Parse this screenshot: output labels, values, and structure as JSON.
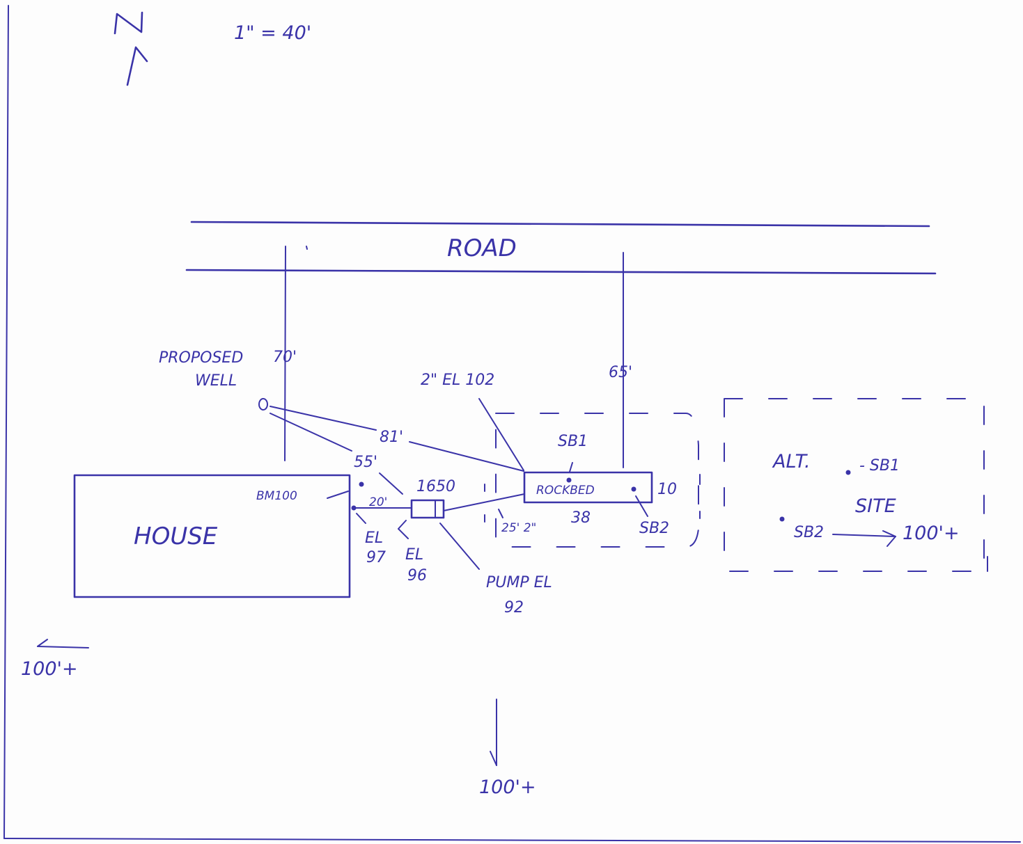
{
  "north": {
    "letter": "N"
  },
  "scale": "1\" = 40'",
  "road": {
    "label": "ROAD"
  },
  "well": {
    "label_line1": "PROPOSED",
    "label_line2": "WELL",
    "dist_to_road": "70'",
    "dist_to_rockbed": "81'",
    "dist_to_tank": "55'"
  },
  "house": {
    "label": "HOUSE",
    "benchmark": "BM100",
    "benchmark_offset": "20'",
    "el_house": {
      "line1": "EL",
      "line2": "97"
    }
  },
  "tank": {
    "size": "1650",
    "el_line1": "EL",
    "el_line2": "96",
    "pump_line1": "PUMP EL",
    "pump_line2": "92"
  },
  "pipe": {
    "size_el": "2\" EL 102",
    "length": "25' 2\""
  },
  "rockbed": {
    "label": "ROCKBED",
    "length": "38",
    "width": "10",
    "dist_to_road": "65'",
    "sb1": "SB1",
    "sb2": "SB2"
  },
  "alt_site": {
    "label_line1": "ALT.",
    "label_line2": "SITE",
    "sb1": "- SB1",
    "sb2": "SB2",
    "distance": "100'+"
  },
  "arrows": {
    "west": "100'+",
    "south": "100'+"
  },
  "colors": {
    "ink": "#3a33a8",
    "paper": "#fdfdfd"
  }
}
